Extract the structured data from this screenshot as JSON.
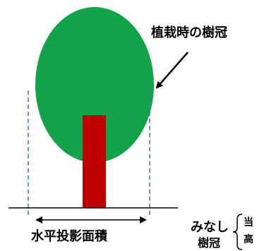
{
  "labels": {
    "crown_at_planting": "植栽時の樹冠",
    "horizontal_projected_area": "水平投影面積",
    "deemed": "みなし",
    "deemed_sub": "樹冠",
    "brace_text_top": "当",
    "brace_text_bottom": "高"
  },
  "colors": {
    "canopy": "#12a349",
    "trunk": "#c00000",
    "guide_line": "#4a6fc4",
    "ink": "#000000"
  }
}
